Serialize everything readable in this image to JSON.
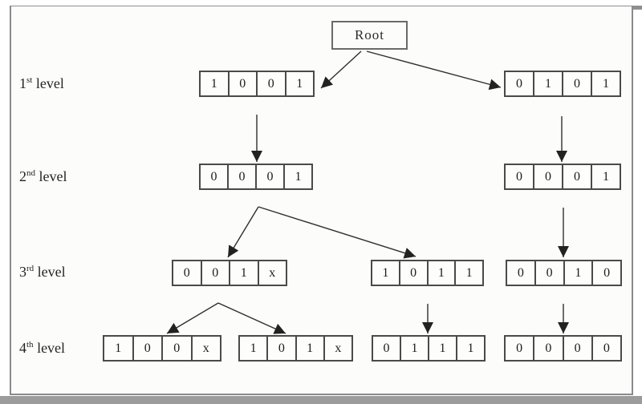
{
  "diagram": {
    "root_label": "Root",
    "levels": [
      {
        "num": "1",
        "suffix": "st",
        "word": " level"
      },
      {
        "num": "2",
        "suffix": "nd",
        "word": " level"
      },
      {
        "num": "3",
        "suffix": "rd",
        "word": " level"
      },
      {
        "num": "4",
        "suffix": "th",
        "word": " level"
      }
    ],
    "nodes": [
      {
        "id": "level1-left",
        "bits": [
          "1",
          "0",
          "0",
          "1"
        ]
      },
      {
        "id": "level1-right",
        "bits": [
          "0",
          "1",
          "0",
          "1"
        ]
      },
      {
        "id": "level2-left",
        "bits": [
          "0",
          "0",
          "0",
          "1"
        ]
      },
      {
        "id": "level2-right",
        "bits": [
          "0",
          "0",
          "0",
          "1"
        ]
      },
      {
        "id": "level3-left",
        "bits": [
          "0",
          "0",
          "1",
          "x"
        ]
      },
      {
        "id": "level3-mid",
        "bits": [
          "1",
          "0",
          "1",
          "1"
        ]
      },
      {
        "id": "level3-right",
        "bits": [
          "0",
          "0",
          "1",
          "0"
        ]
      },
      {
        "id": "level4-a",
        "bits": [
          "1",
          "0",
          "0",
          "x"
        ]
      },
      {
        "id": "level4-b",
        "bits": [
          "1",
          "0",
          "1",
          "x"
        ]
      },
      {
        "id": "level4-c",
        "bits": [
          "0",
          "1",
          "1",
          "1"
        ]
      },
      {
        "id": "level4-d",
        "bits": [
          "0",
          "0",
          "0",
          "0"
        ]
      }
    ],
    "colors": {
      "line": "#2e2e2e",
      "box_border": "#4a4a4a",
      "frame": "#8a8a8a",
      "bottom_bar": "#9c9c9c",
      "background": "#fcfcfa",
      "text": "#1f1f1f"
    }
  }
}
